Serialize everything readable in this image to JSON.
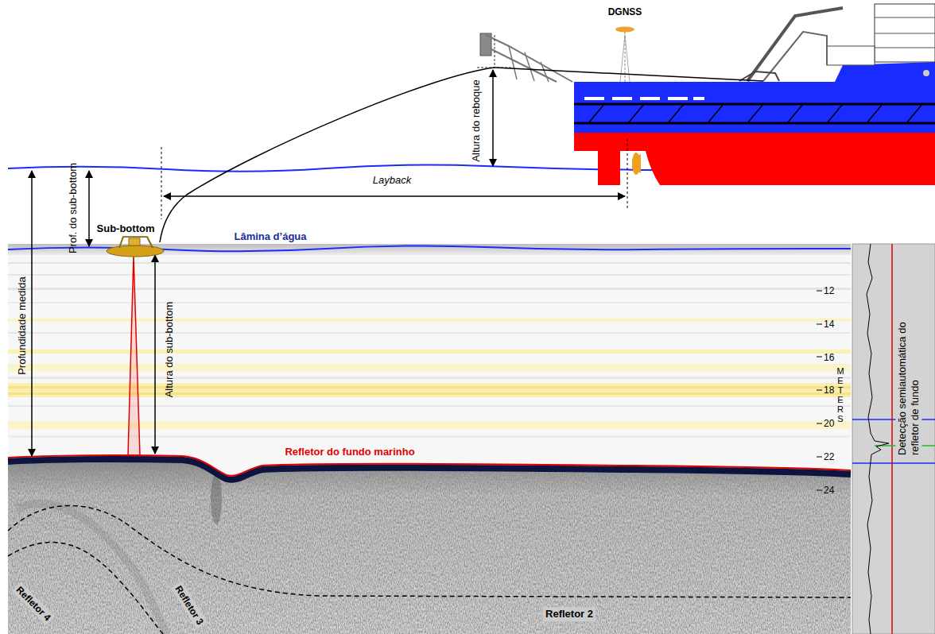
{
  "diagram": {
    "labels": [
      "DGNSS",
      "Altura do reboque",
      "Layback",
      "Prof. do sub-bottom",
      "Sub-bottom",
      "Lâmina d’água",
      "Profundidade medida",
      "Altura do sub-bottom",
      "Refletor do fundo marinho",
      "12",
      "14",
      "16",
      "18",
      "20",
      "22",
      "24",
      "METERS",
      "Detecção semiautomática do refletor de fundo",
      "Refletor 2",
      "Refletor 3",
      "Refletor 4"
    ]
  }
}
